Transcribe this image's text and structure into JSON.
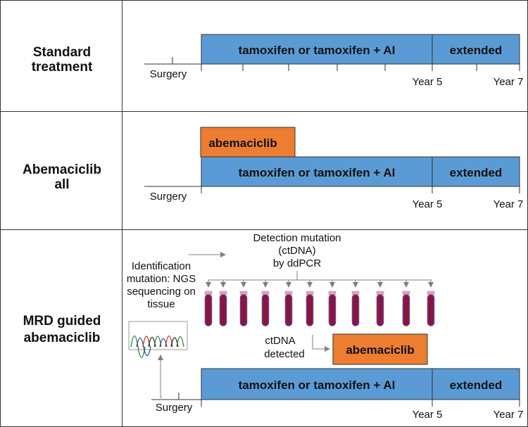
{
  "rows": [
    {
      "id": "standard",
      "label_lines": [
        "Standard",
        "treatment"
      ],
      "main_bar_label": "tamoxifen or tamoxifen + AI",
      "extended_label": "extended",
      "surgery_label": "Surgery",
      "year5_label": "Year 5",
      "year7_label": "Year 7"
    },
    {
      "id": "abemaciclib-all",
      "label_lines": [
        "Abemaciclib",
        "all"
      ],
      "abemaciclib_label": "abemaciclib",
      "main_bar_label": "tamoxifen or tamoxifen + AI",
      "extended_label": "extended",
      "surgery_label": "Surgery",
      "year5_label": "Year 5",
      "year7_label": "Year 7"
    },
    {
      "id": "mrd-guided",
      "label_lines": [
        "MRD guided",
        "abemaciclib"
      ],
      "identification_lines": [
        "Identification",
        "mutation: NGS",
        "sequencing on",
        "tissue"
      ],
      "detection_lines": [
        "Detection mutation",
        "(ctDNA)",
        "by ddPCR"
      ],
      "ctdna_lines": [
        "ctDNA",
        "detected"
      ],
      "abemaciclib_label": "abemaciclib",
      "main_bar_label": "tamoxifen or tamoxifen + AI",
      "extended_label": "extended",
      "surgery_label": "Surgery",
      "year5_label": "Year 5",
      "year7_label": "Year 7",
      "tube_count": 11
    }
  ],
  "colors": {
    "blue_bar": "#5b9bd5",
    "orange_bar": "#ed7d31",
    "tube_red": "#8b1538",
    "tube_purple": "#6a3d9a",
    "grid_line": "#333333",
    "arrow_gray": "#7f7f7f"
  }
}
